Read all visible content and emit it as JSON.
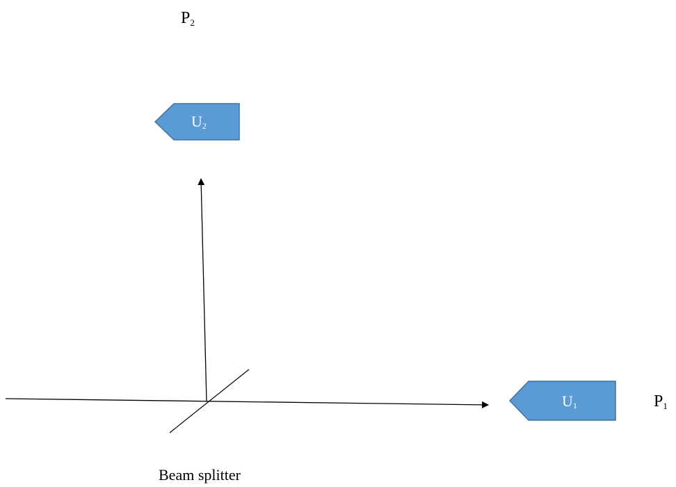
{
  "labels": {
    "p2": {
      "base": "P",
      "sub": "2"
    },
    "p1": {
      "base": "P",
      "sub": "1"
    },
    "beam_splitter": "Beam splitter"
  },
  "tags": {
    "u2": {
      "base": "U",
      "sub": "2"
    },
    "u1": {
      "base": "U",
      "sub": "1"
    }
  },
  "colors": {
    "tag_fill": "#5b9bd5",
    "tag_stroke": "#41719c",
    "line": "#000000",
    "tag_text": "#ffffff"
  }
}
